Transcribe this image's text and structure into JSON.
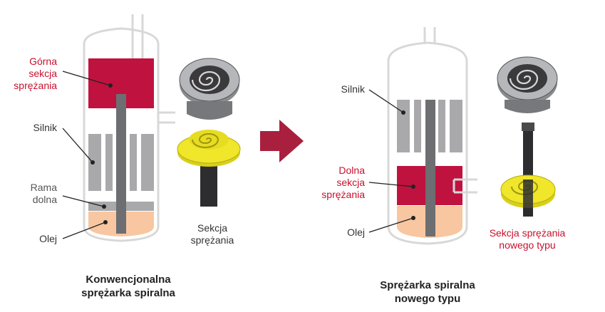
{
  "left": {
    "caption_lines": [
      "Konwencjonalna",
      "sprężarka spiralna"
    ],
    "upper_section_lines": [
      "Górna",
      "sekcja",
      "sprężania"
    ],
    "motor": "Silnik",
    "frame_lines": [
      "Rama",
      "dolna"
    ],
    "oil": "Olej",
    "compression_lines": [
      "Sekcja",
      "sprężania"
    ]
  },
  "right": {
    "caption_lines": [
      "Sprężarka spiralna",
      "nowego typu"
    ],
    "motor": "Silnik",
    "lower_section_lines": [
      "Dolna",
      "sekcja",
      "sprężania"
    ],
    "oil": "Olej",
    "compression_lines": [
      "Sekcja sprężania",
      "nowego typu"
    ]
  },
  "colors": {
    "compression_red": "#c0123f",
    "oil": "#f8c6a0",
    "motor_gray": "#a9a9ab",
    "arrow": "#a8203e",
    "scroll_yellow": "#f0e62a"
  }
}
